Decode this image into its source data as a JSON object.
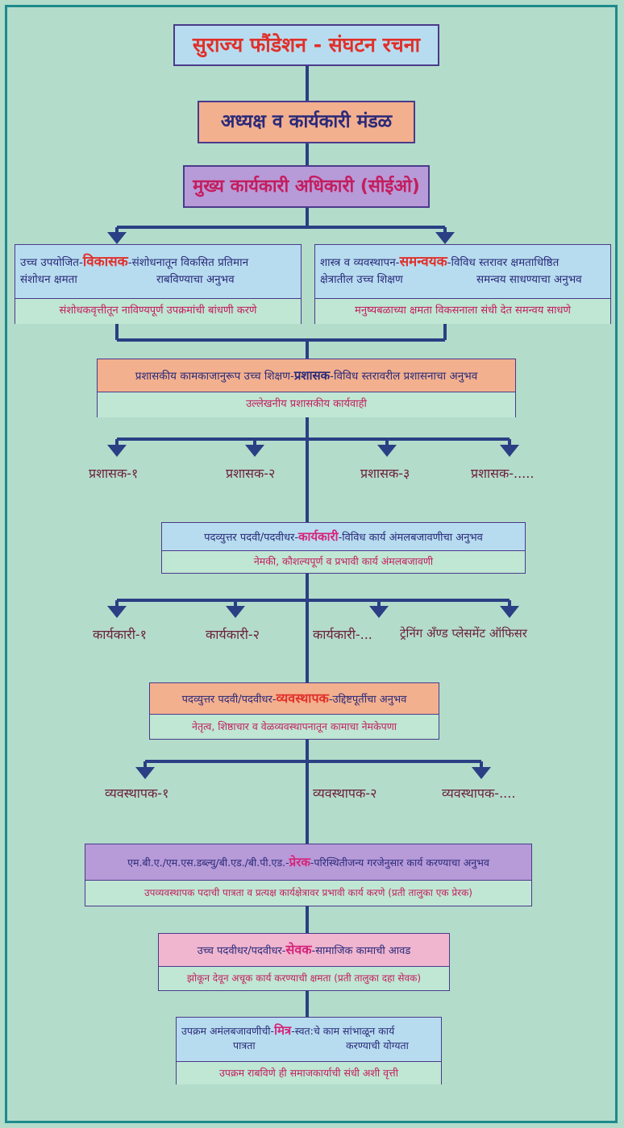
{
  "title": "सुराज्य फौंडेशन - संघटन रचना",
  "board": "अध्यक्ष व कार्यकारी मंडळ",
  "ceo": "मुख्य कार्यकारी अधिकारी (सीईओ)",
  "vikasak": {
    "pre": "उच्च उपयोजित-",
    "key": "विकासक",
    "post": "-संशोधनातून विकसित प्रतिमान",
    "line2a": "संशोधन क्षमता",
    "line2b": "राबविण्याचा अनुभव",
    "sub": "संशोधकवृत्तीतून नाविण्यपूर्ण उपक्रमांची बांधणी करणे"
  },
  "samanvayak": {
    "pre": "शास्त्र व व्यवस्थापन-",
    "key": "समन्वयक",
    "post": "-विविध स्तरावर क्षमताधिष्ठित",
    "line2a": "क्षेत्रातील उच्च शिक्षण",
    "line2b": "समन्वय साधण्याचा अनुभव",
    "sub": "मनुष्यबळाच्या क्षमता विकसनाला संधी देत समन्वय साधणे"
  },
  "prashasak": {
    "pre": "प्रशासकीय कामकाजानुरूप उच्च शिक्षण-",
    "key": "प्रशासक",
    "post": "-विविध स्तरावरील प्रशासनाचा अनुभव",
    "sub": "उल्लेखनीय प्रशासकीय कार्यवाही",
    "items": [
      "प्रशासक-१",
      "प्रशासक-२",
      "प्रशासक-३",
      "प्रशासक-....."
    ]
  },
  "karyakari": {
    "pre": "पदव्युत्तर पदवी/पदवीधर-",
    "key": "कार्यकारी",
    "post": "-विविध कार्य अंमलबजावणीचा अनुभव",
    "sub": "नेमकी, कौशल्यपूर्ण व प्रभावी कार्य अंमलबजावणी",
    "items": [
      "कार्यकारी-१",
      "कार्यकारी-२",
      "कार्यकारी-...",
      "ट्रेनिंग अँण्ड प्लेसमेंट ऑफिसर"
    ]
  },
  "vyavasthapak": {
    "pre": "पदव्युत्तर पदवी/पदवीधर-",
    "key": "व्यवस्थापक",
    "post": "-उद्दिष्टपूर्तीचा अनुभव",
    "sub": "नेतृत्व, शिष्ठाचार व वेळव्यवस्थापनातून कामाचा नेमकेपणा",
    "items": [
      "व्यवस्थापक-१",
      "व्यवस्थापक-२",
      "व्यवस्थापक-...."
    ]
  },
  "prerak": {
    "pre": "एम.बी.ए./एम.एस.डब्ल्यु/बी.एड./बी.पी.एड.-",
    "key": "प्रेरक",
    "post": "-परिस्थितीजन्य गरजेनुसार कार्य करण्याचा अनुभव",
    "sub": "उपव्यवस्थापक पदाची पात्रता व प्रत्यक्ष कार्यक्षेत्रावर प्रभावी कार्य करणे (प्रती तालुका एक प्रेरक)"
  },
  "sevak": {
    "pre": "उच्च पदवीधर/पदवीधर-",
    "key": "सेवक",
    "post": "-सामाजिक कामाची आवड",
    "sub": "झोकून देवून अचूक कार्य करण्याची क्षमता (प्रती तालुका दहा सेवक)"
  },
  "mitra": {
    "pre": "उपक्रम अमंलबजावणीची-",
    "key": "मित्र",
    "post": "-स्वत:चे काम सांभाळून कार्य",
    "line2a": "पात्रता",
    "line2b": "करण्याची योग्यता",
    "sub": "उपक्रम राबविणे ही समाजकार्याची संधी अशी वृत्ती"
  },
  "colors": {
    "background": "#b3dccb",
    "title_bg": "#b7dcef",
    "board_bg": "#f3b08e",
    "ceo_bg": "#b79ad8",
    "key_red": "#e0302a",
    "key_magenta": "#d6247a",
    "line": "#2a3f84"
  }
}
